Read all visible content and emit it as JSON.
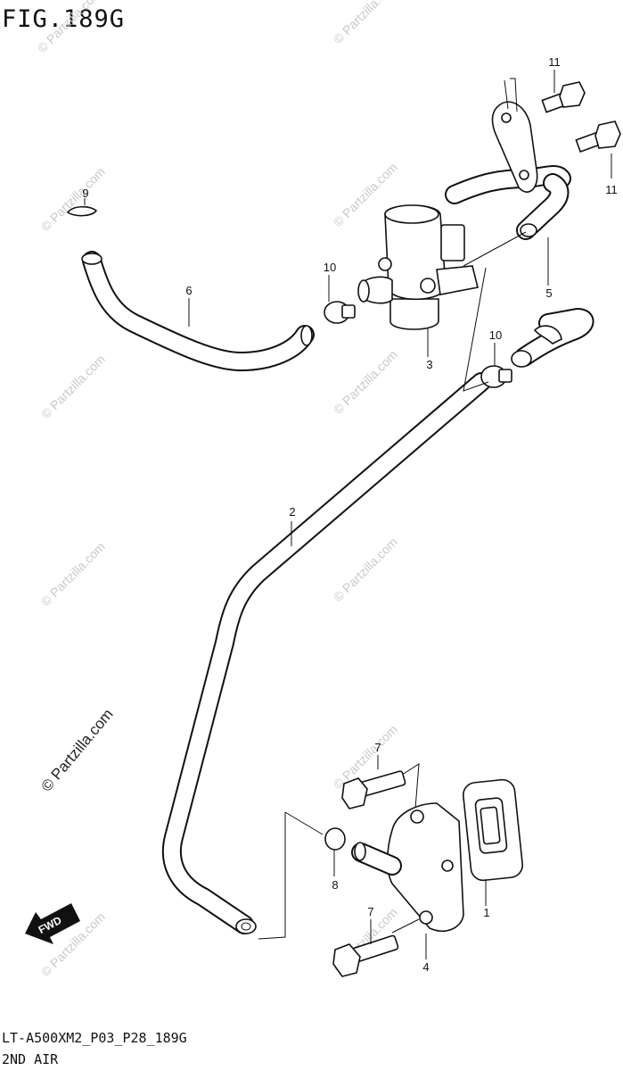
{
  "figure": {
    "title": "FIG.189G",
    "code": "LT-A500XM2_P03_P28_189G",
    "name": "2ND AIR"
  },
  "callouts": {
    "c1": "1",
    "c2": "2",
    "c3": "3",
    "c4": "4",
    "c5": "5",
    "c6": "6",
    "c7a": "7",
    "c7b": "7",
    "c8": "8",
    "c9": "9",
    "c10a": "10",
    "c10b": "10",
    "c11a": "11",
    "c11b": "11"
  },
  "watermark": {
    "text": "© Partzilla.com",
    "main_text": "© Partzilla.com"
  },
  "fwd_label": "FWD"
}
